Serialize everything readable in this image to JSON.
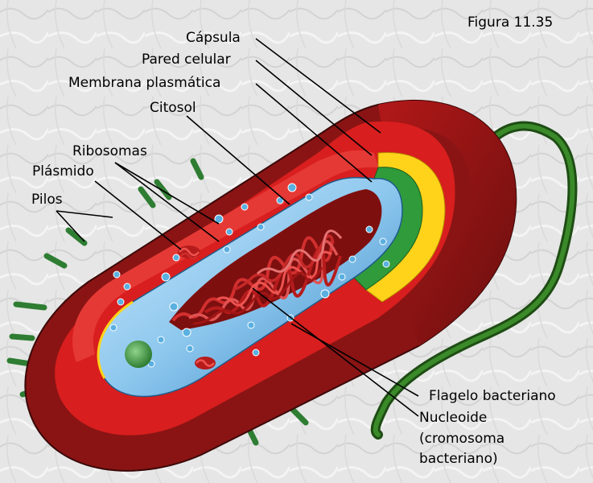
{
  "figure_number": "Figura 11.35",
  "labels": {
    "capsula": "Cápsula",
    "pared_celular": "Pared celular",
    "membrana_plasmatica": "Membrana plasmática",
    "citosol": "Citosol",
    "ribosomas": "Ribosomas",
    "plasmido": "Plásmido",
    "pilos": "Pilos",
    "flagelo": "Flagelo bacteriano",
    "nucleoide_line1": "Nucleoide",
    "nucleoide_line2": "(cromosoma",
    "nucleoide_line3": "bacteriano)"
  },
  "colors": {
    "capsule": "#d81e1e",
    "capsule_dark": "#7a1212",
    "cell_wall": "#ffd31a",
    "membrane": "#2f9b3a",
    "cytosol": "#8ec8ee",
    "cytosol_dark": "#3a86c6",
    "pili": "#2e7d32",
    "flagellum": "#2e6b1f",
    "nucleoid": "#a51616",
    "ribosome": "#5ab0e0",
    "plasmid": "#d32f2f"
  }
}
